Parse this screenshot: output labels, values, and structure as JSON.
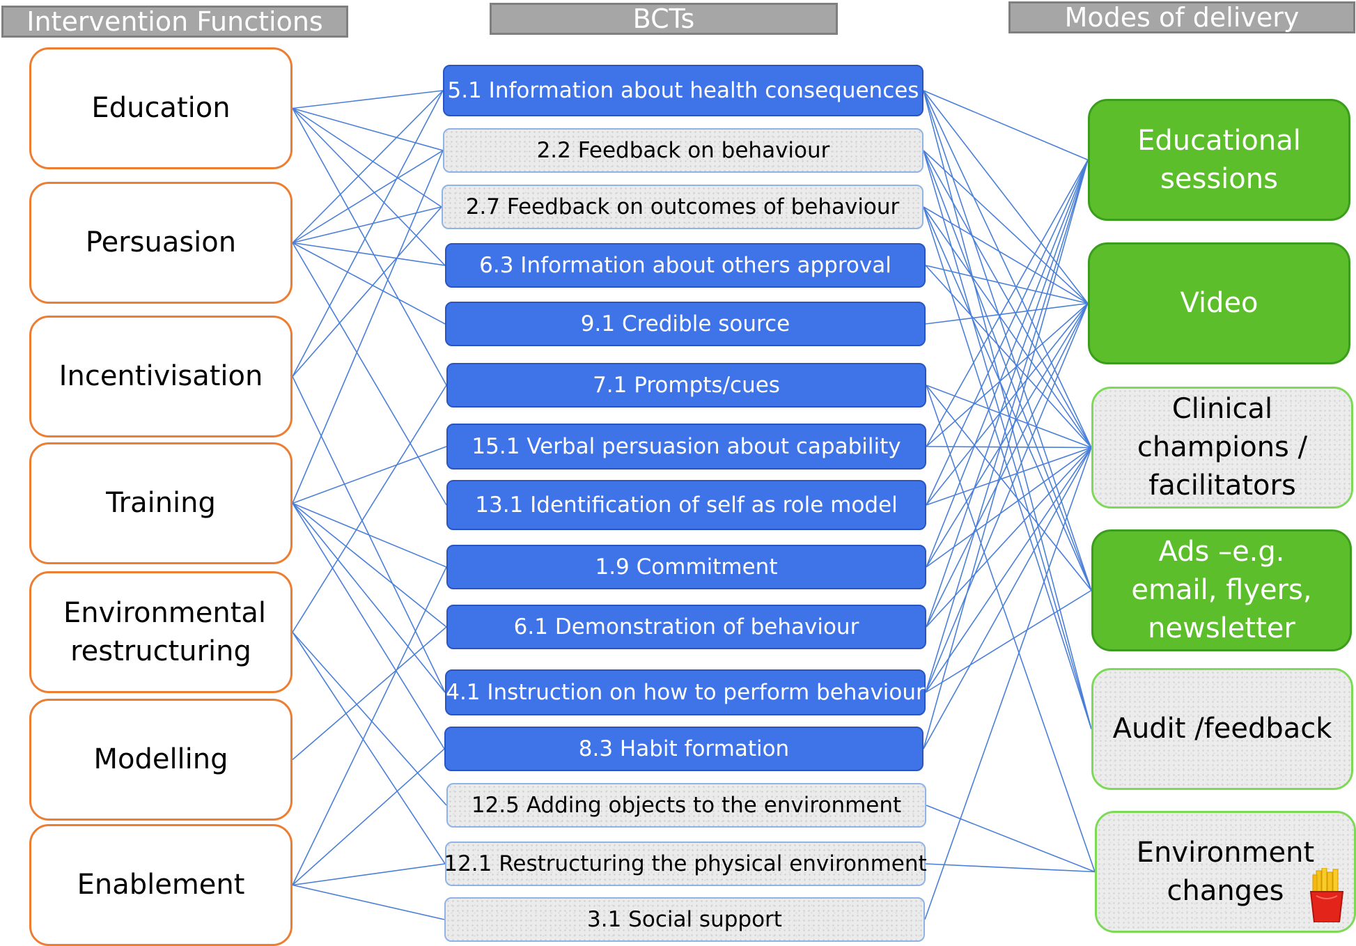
{
  "headers": {
    "intervention": "Intervention Functions",
    "bcts": "BCTs",
    "modes": "Modes of delivery"
  },
  "intervention_functions": [
    "Education",
    "Persuasion",
    "Incentivisation",
    "Training",
    "Environmental restructuring",
    "Modelling",
    "Enablement"
  ],
  "bcts": [
    {
      "label": "5.1 Information about health consequences",
      "style": "blue"
    },
    {
      "label": "2.2 Feedback on behaviour",
      "style": "grey"
    },
    {
      "label": "2.7 Feedback on outcomes of behaviour",
      "style": "grey"
    },
    {
      "label": "6.3 Information about others approval",
      "style": "blue"
    },
    {
      "label": "9.1 Credible source",
      "style": "blue"
    },
    {
      "label": "7.1 Prompts/cues",
      "style": "blue"
    },
    {
      "label": "15.1 Verbal persuasion about capability",
      "style": "blue"
    },
    {
      "label": "13.1 Identification of self as role model",
      "style": "blue"
    },
    {
      "label": "1.9 Commitment",
      "style": "blue"
    },
    {
      "label": "6.1 Demonstration of behaviour",
      "style": "blue"
    },
    {
      "label": "4.1 Instruction on how to perform behaviour",
      "style": "blue"
    },
    {
      "label": "8.3 Habit formation",
      "style": "blue"
    },
    {
      "label": "12.5 Adding objects to the environment",
      "style": "grey"
    },
    {
      "label": "12.1 Restructuring the physical environment",
      "style": "grey"
    },
    {
      "label": "3.1 Social support",
      "style": "grey"
    }
  ],
  "modes": [
    {
      "label": "Educational sessions",
      "style": "filled"
    },
    {
      "label": "Video",
      "style": "filled"
    },
    {
      "label": "Clinical champions / facilitators",
      "style": "pale"
    },
    {
      "label": "Ads –e.g. email, flyers, newsletter",
      "style": "filled"
    },
    {
      "label": "Audit /feedback",
      "style": "pale"
    },
    {
      "label": "Environment changes",
      "style": "pale",
      "icon": "french-fries-icon"
    }
  ],
  "links_function_to_bct": [
    [
      0,
      0
    ],
    [
      0,
      1
    ],
    [
      0,
      2
    ],
    [
      0,
      3
    ],
    [
      0,
      5
    ],
    [
      1,
      0
    ],
    [
      1,
      1
    ],
    [
      1,
      2
    ],
    [
      1,
      3
    ],
    [
      1,
      4
    ],
    [
      1,
      7
    ],
    [
      2,
      0
    ],
    [
      2,
      2
    ],
    [
      2,
      10
    ],
    [
      3,
      1
    ],
    [
      3,
      6
    ],
    [
      3,
      8
    ],
    [
      3,
      9
    ],
    [
      3,
      10
    ],
    [
      3,
      11
    ],
    [
      4,
      5
    ],
    [
      4,
      12
    ],
    [
      4,
      13
    ],
    [
      5,
      9
    ],
    [
      6,
      8
    ],
    [
      6,
      11
    ],
    [
      6,
      13
    ],
    [
      6,
      14
    ]
  ],
  "links_bct_to_mode": [
    [
      0,
      0
    ],
    [
      0,
      1
    ],
    [
      0,
      2
    ],
    [
      0,
      3
    ],
    [
      0,
      4
    ],
    [
      1,
      1
    ],
    [
      1,
      2
    ],
    [
      1,
      3
    ],
    [
      1,
      4
    ],
    [
      2,
      1
    ],
    [
      2,
      2
    ],
    [
      2,
      3
    ],
    [
      2,
      4
    ],
    [
      3,
      1
    ],
    [
      3,
      2
    ],
    [
      4,
      1
    ],
    [
      5,
      2
    ],
    [
      5,
      3
    ],
    [
      5,
      5
    ],
    [
      6,
      0
    ],
    [
      6,
      1
    ],
    [
      6,
      2
    ],
    [
      7,
      0
    ],
    [
      7,
      1
    ],
    [
      7,
      2
    ],
    [
      8,
      0
    ],
    [
      8,
      1
    ],
    [
      8,
      2
    ],
    [
      9,
      0
    ],
    [
      9,
      1
    ],
    [
      9,
      2
    ],
    [
      10,
      0
    ],
    [
      10,
      1
    ],
    [
      10,
      2
    ],
    [
      10,
      3
    ],
    [
      11,
      0
    ],
    [
      11,
      2
    ],
    [
      12,
      5
    ],
    [
      13,
      5
    ],
    [
      14,
      2
    ]
  ],
  "colors": {
    "header_fill": "#a6a6a6",
    "function_border": "#ed7d31",
    "bct_blue": "#3f73e8",
    "bct_grey_border": "#8fb3e6",
    "mode_green": "#5cbe2a",
    "mode_pale_border": "#7ed957",
    "link_line": "#4a7fd8"
  }
}
